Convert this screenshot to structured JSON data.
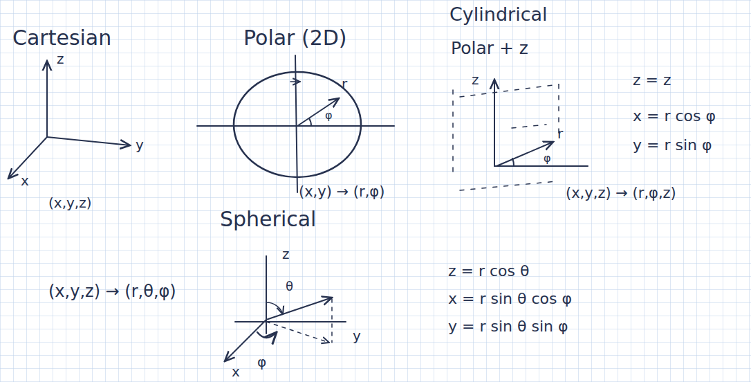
{
  "diagram": {
    "labels": [
      "Cartesian",
      "z",
      "y",
      "x",
      "(x,y,z)",
      "Polar (2D)",
      "r",
      "φ",
      "(x,y) → (r,φ)",
      "Cylindrical",
      "Polar + z",
      "z",
      "r",
      "φ",
      "z = z",
      "x = r cos φ",
      "y = r sin φ",
      "(x,y,z) → (r,φ,z)",
      "Spherical",
      "(x,y,z) → (r,θ,φ)",
      "z",
      "θ",
      "y",
      "x",
      "φ",
      "z = r cos θ",
      "x = r sin θ cos φ",
      "y = r sin θ sin φ"
    ]
  }
}
